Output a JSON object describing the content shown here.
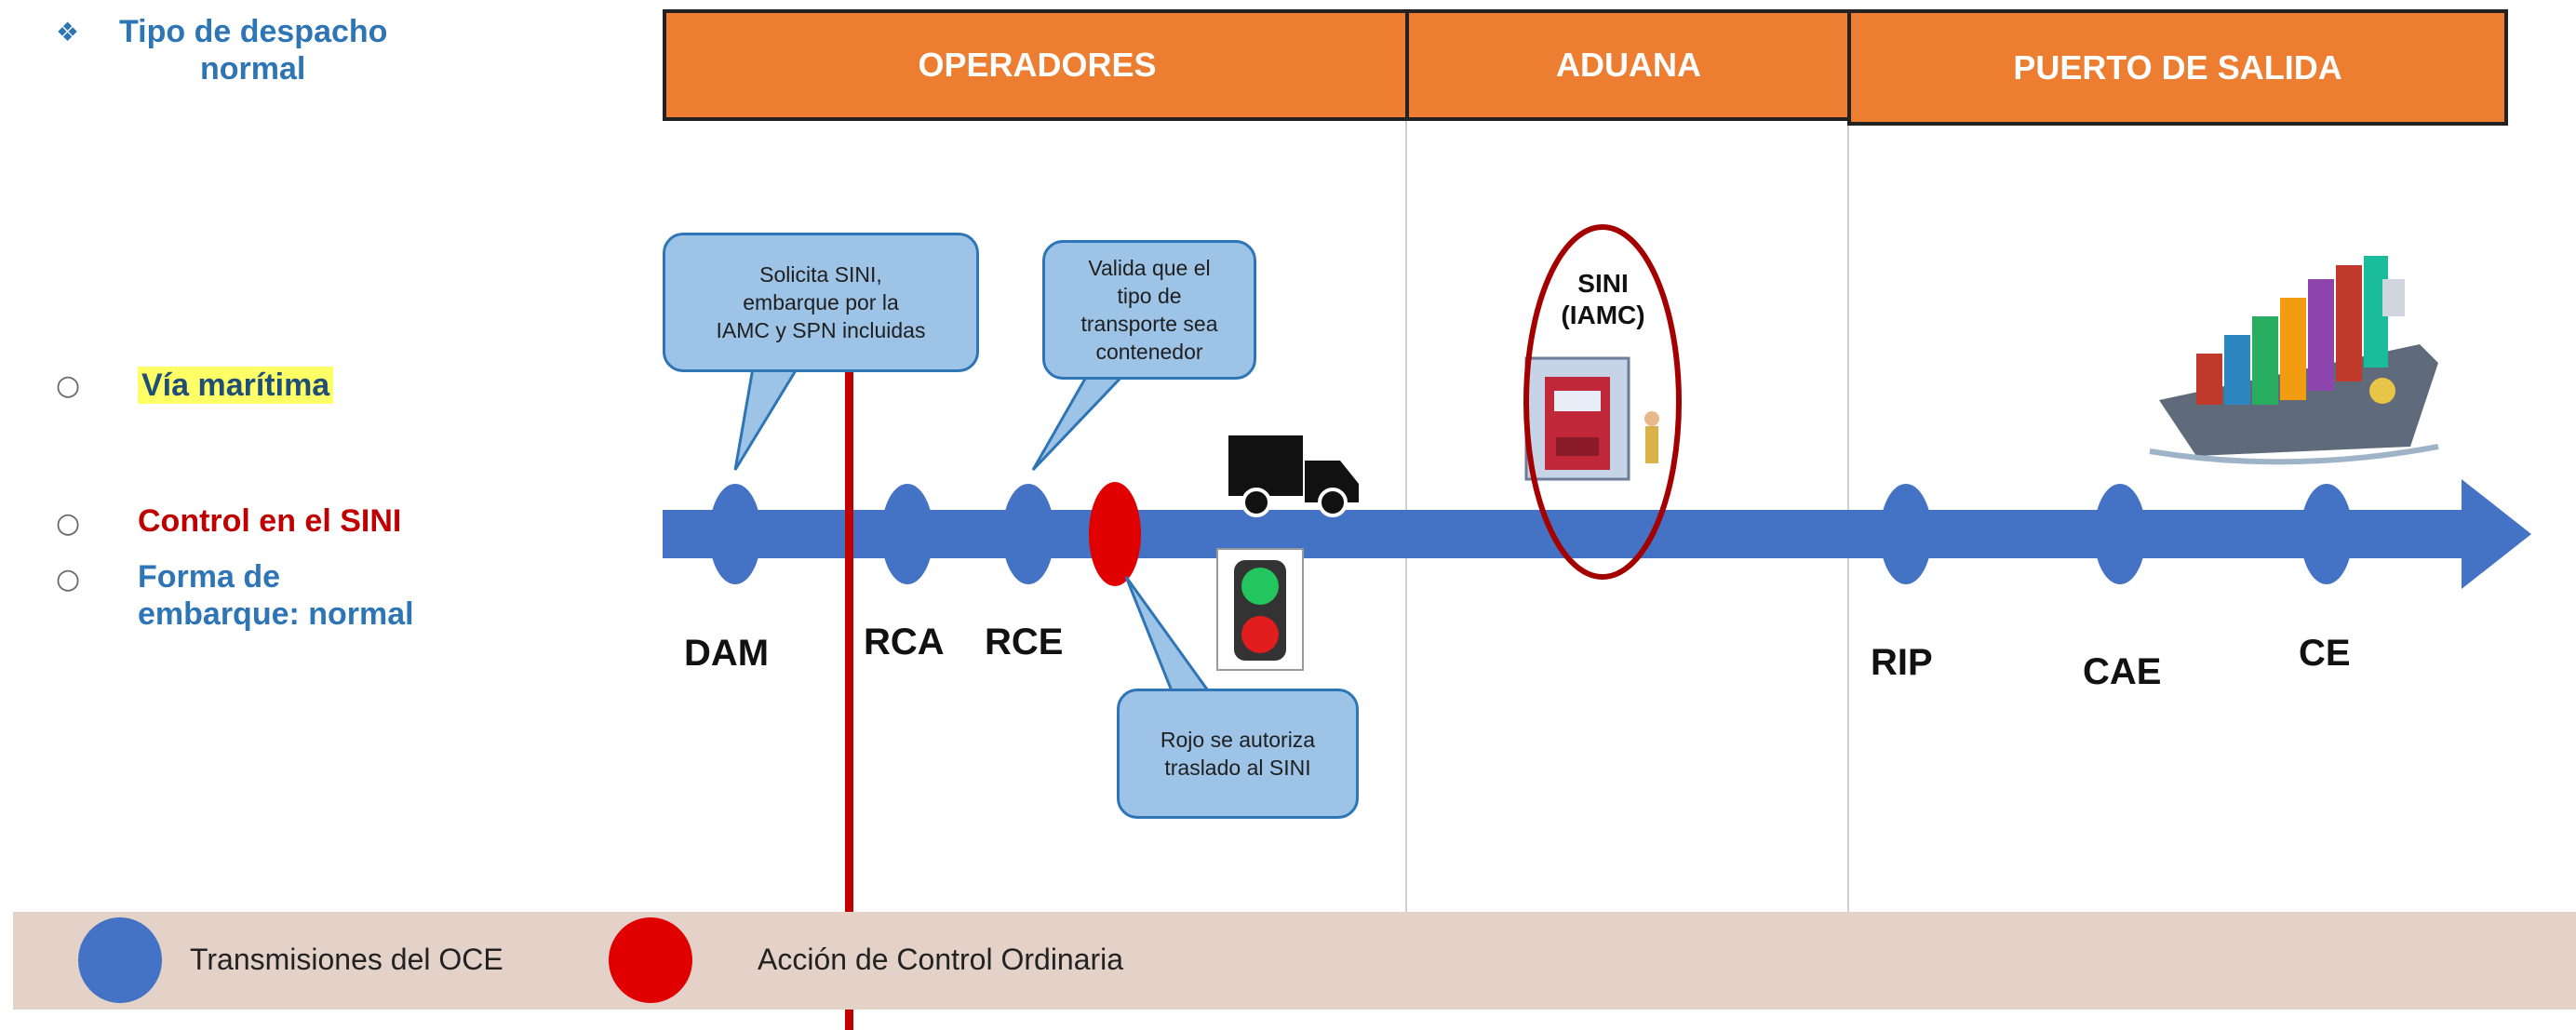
{
  "left_panel": {
    "title_line1": "Tipo de despacho",
    "title_line2": "normal",
    "items": [
      {
        "label": "Vía marítima",
        "color": "#1f4e79",
        "highlight": "#ffff66"
      },
      {
        "label": "Control en el SINI",
        "color": "#c00000"
      },
      {
        "label": "Forma de",
        "color": "#2e75b6"
      },
      {
        "label": "embarque: normal",
        "color": "#2e75b6"
      }
    ]
  },
  "headers": [
    "OPERADORES",
    "ADUANA",
    "PUERTO DE SALIDA"
  ],
  "callouts": {
    "dam": "Solicita SINI,\nembarque por la\nIAMC y  SPN incluidas",
    "rce": "Valida que el\ntipo de\ntransporte sea\ncontenedor",
    "red": "Rojo se autoriza\ntraslado al SINI"
  },
  "sini": {
    "line1": "SINI",
    "line2": "(IAMC)"
  },
  "milestones": [
    "DAM",
    "RCA",
    "RCE",
    "RIP",
    "CAE",
    "CE"
  ],
  "legend": {
    "blue_label": "Transmisiones del OCE",
    "red_label": "Acción de Control Ordinaria"
  },
  "colors": {
    "arrow": "#4472c4",
    "node_blue": "#4472c4",
    "node_red": "#e00000",
    "header": "#ed7d31",
    "callout": "#9dc3e6",
    "ellipse": "#a50000"
  }
}
